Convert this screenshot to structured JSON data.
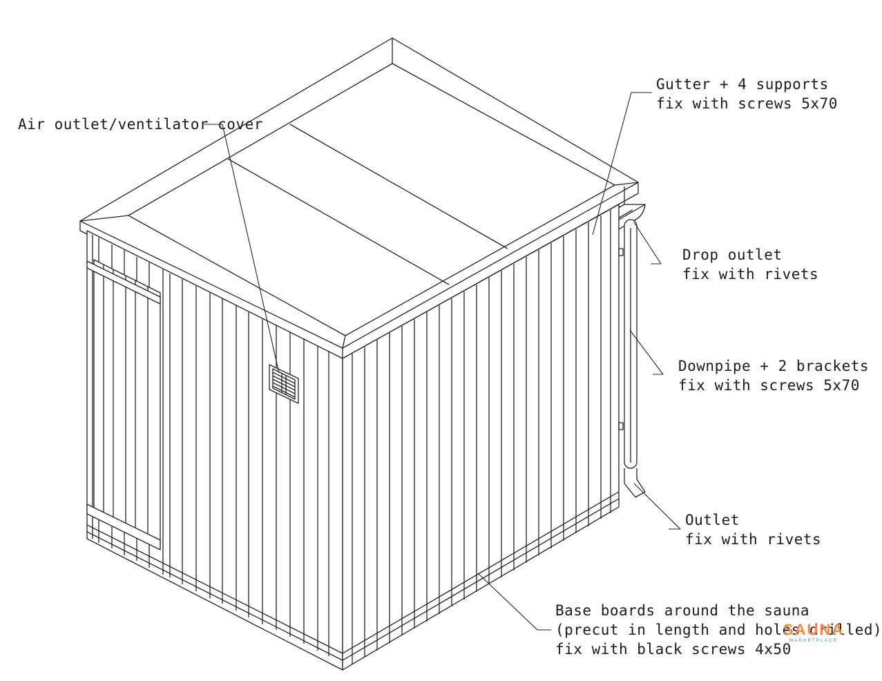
{
  "labels": {
    "air_outlet": "Air outlet/ventilator cover",
    "gutter": [
      "Gutter + 4 supports",
      "fix with screws 5x70"
    ],
    "drop_outlet": [
      "Drop outlet",
      "fix with rivets"
    ],
    "downpipe": [
      "Downpipe + 2 brackets",
      "fix with screws 5x70"
    ],
    "outlet": [
      "Outlet",
      "fix with rivets"
    ],
    "base_boards": [
      "Base boards around the sauna",
      "(precut in length and holes drilled)",
      "fix with black screws 4x50"
    ]
  },
  "logo": {
    "word": "SAUNA",
    "sub": "MARKETPLACE",
    "color": "#f08a4b",
    "sub_color": "#3b8fd9"
  },
  "line_color": "#222222"
}
